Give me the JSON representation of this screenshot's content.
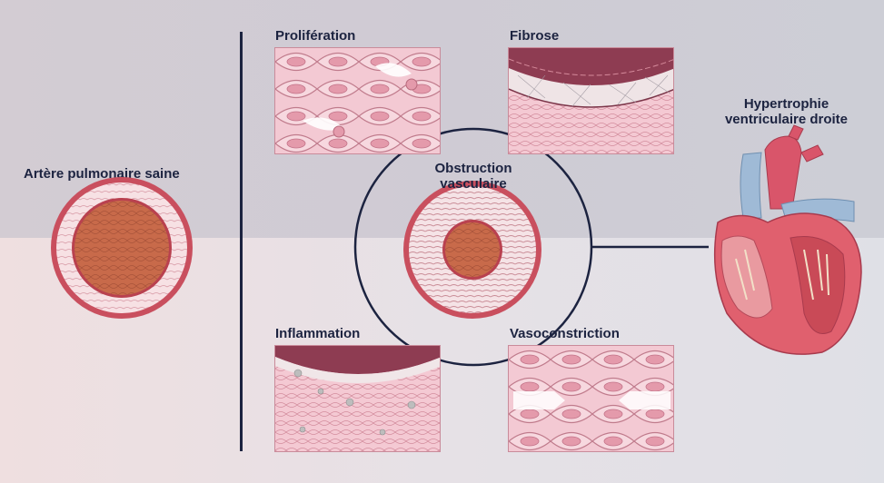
{
  "labels": {
    "healthy_artery": "Artère pulmonaire saine",
    "proliferation": "Prolifération",
    "fibrosis": "Fibrose",
    "obstruction_line1": "Obstruction",
    "obstruction_line2": "vasculaire",
    "hypertrophy_line1": "Hypertrophie",
    "hypertrophy_line2": "ventriculaire droite",
    "inflammation": "Inflammation",
    "vasoconstriction": "Vasoconstriction"
  },
  "colors": {
    "text": "#1c2340",
    "line": "#1c2340",
    "artery_outer": "#c94f5e",
    "artery_lumen": "#c86a4a",
    "tissue": "#f6d7df",
    "cell_nucleus": "#e49aab"
  }
}
